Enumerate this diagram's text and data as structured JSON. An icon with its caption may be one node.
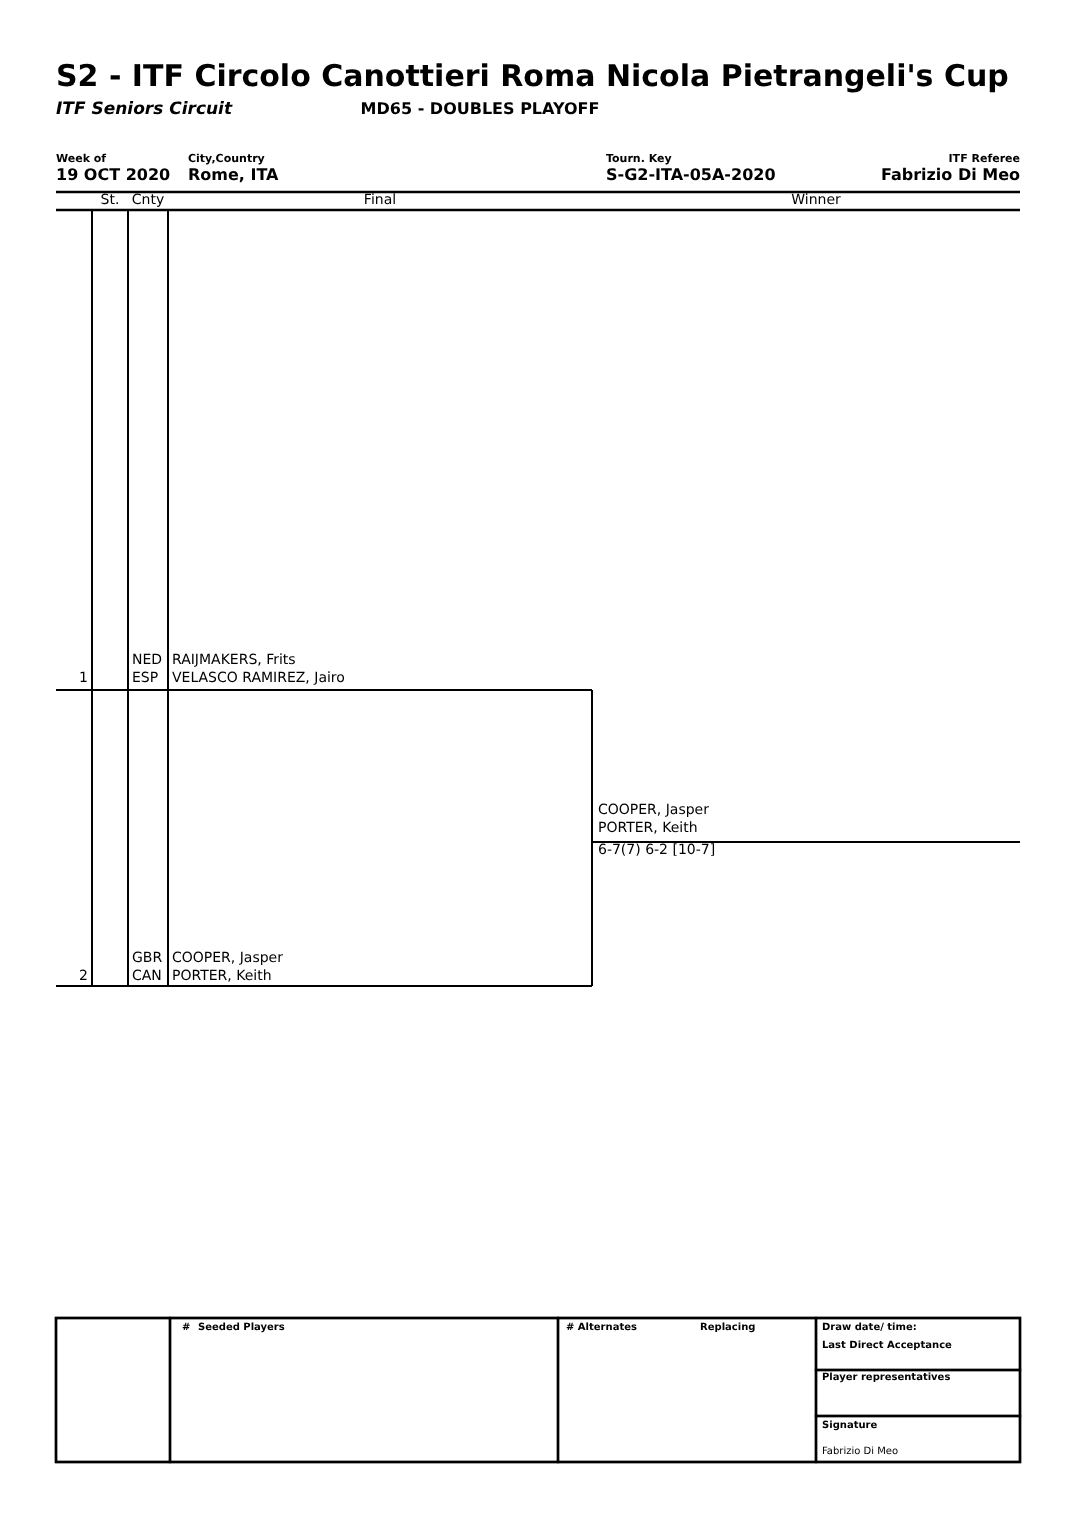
{
  "diagram": {
    "title": "S2 - ITF Circolo Canottieri Roma Nicola Pietrangeli's Cup",
    "labels": [
      "ITF Seniors Circuit",
      "MD65 - DOUBLES PLAYOFF",
      "Week of",
      "19 OCT 2020",
      "City,Country",
      "Rome, ITA",
      "Tourn. Key",
      "S-G2-ITA-05A-2020",
      "ITF Referee",
      "Fabrizio Di Meo",
      "St.",
      "Cnty",
      "Final",
      "Winner",
      "NED",
      "RAIJMAKERS, Frits",
      "1",
      "ESP",
      "VELASCO RAMIREZ, Jairo",
      "COOPER, Jasper",
      "PORTER, Keith",
      "6-7(7) 6-2 [10-7]",
      "GBR",
      "COOPER, Jasper",
      "2",
      "CAN",
      "PORTER, Keith",
      "#",
      "Seeded Players",
      "# Alternates",
      "Replacing",
      "Draw date/ time:",
      "Last Direct Acceptance",
      "Player representatives",
      "Signature",
      "Fabrizio Di Meo"
    ]
  }
}
